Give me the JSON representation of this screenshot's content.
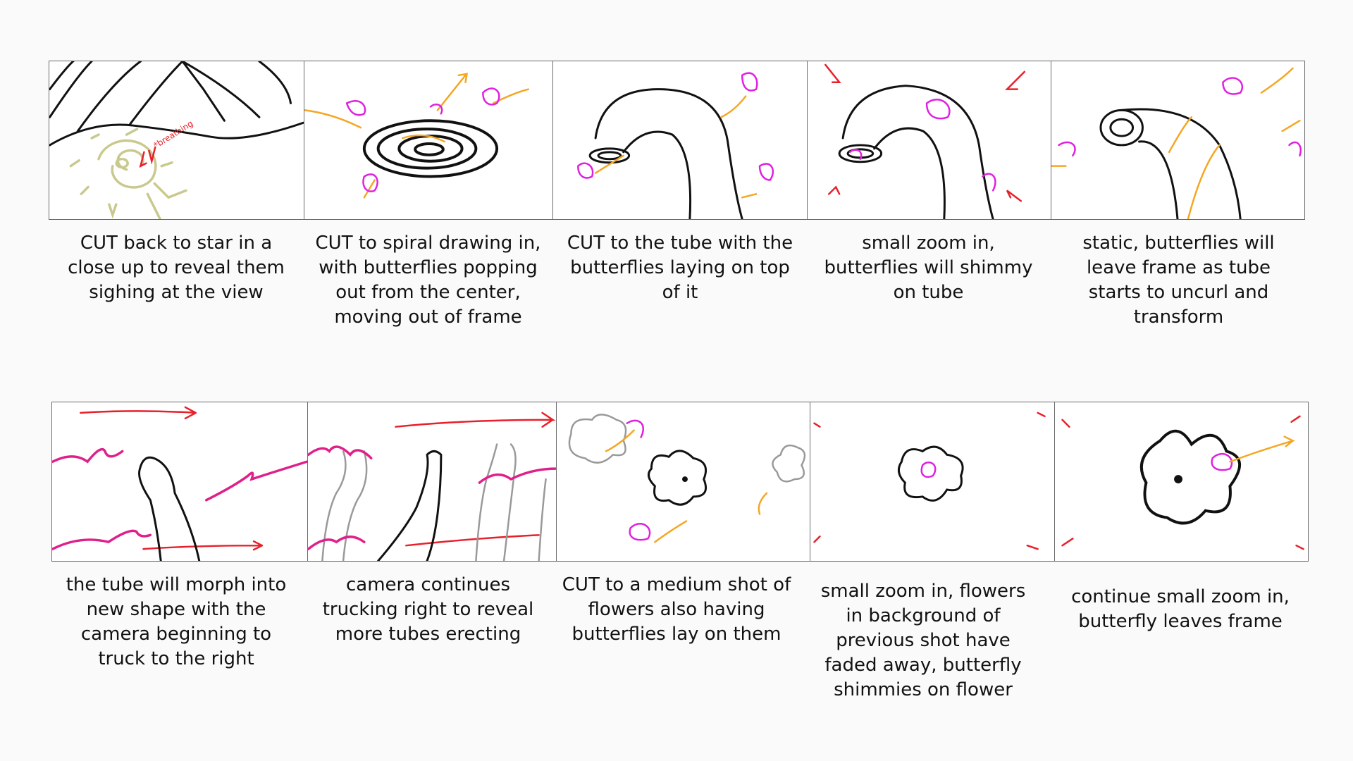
{
  "storyboard": {
    "row1": [
      {
        "caption": "CUT back to star in a close up to reveal them sighing at the view",
        "annotation": "*breathing"
      },
      {
        "caption": "CUT to spiral drawing in, with butterflies popping out from the center, moving out of frame"
      },
      {
        "caption": "CUT to the tube with the butterflies laying on top of it"
      },
      {
        "caption": "small zoom in, butterflies will shimmy on tube"
      },
      {
        "caption": "static, butterflies will leave frame as tube starts to uncurl and transform"
      }
    ],
    "row2": [
      {
        "caption": "the tube will morph into new shape with the camera beginning to truck to the right"
      },
      {
        "caption": "camera continues trucking right to reveal more tubes erecting"
      },
      {
        "caption": "CUT to a medium shot of flowers also having butterflies lay on them"
      },
      {
        "caption": "small zoom in, flowers in background of previous shot have faded away, butterfly shimmies on flower"
      },
      {
        "caption": "continue small zoom in, butterfly leaves frame"
      }
    ]
  },
  "colors": {
    "background": "#fafafa",
    "annotation": "#e8202a",
    "butterfly": "#e020e0",
    "motion": "#f5a623"
  }
}
